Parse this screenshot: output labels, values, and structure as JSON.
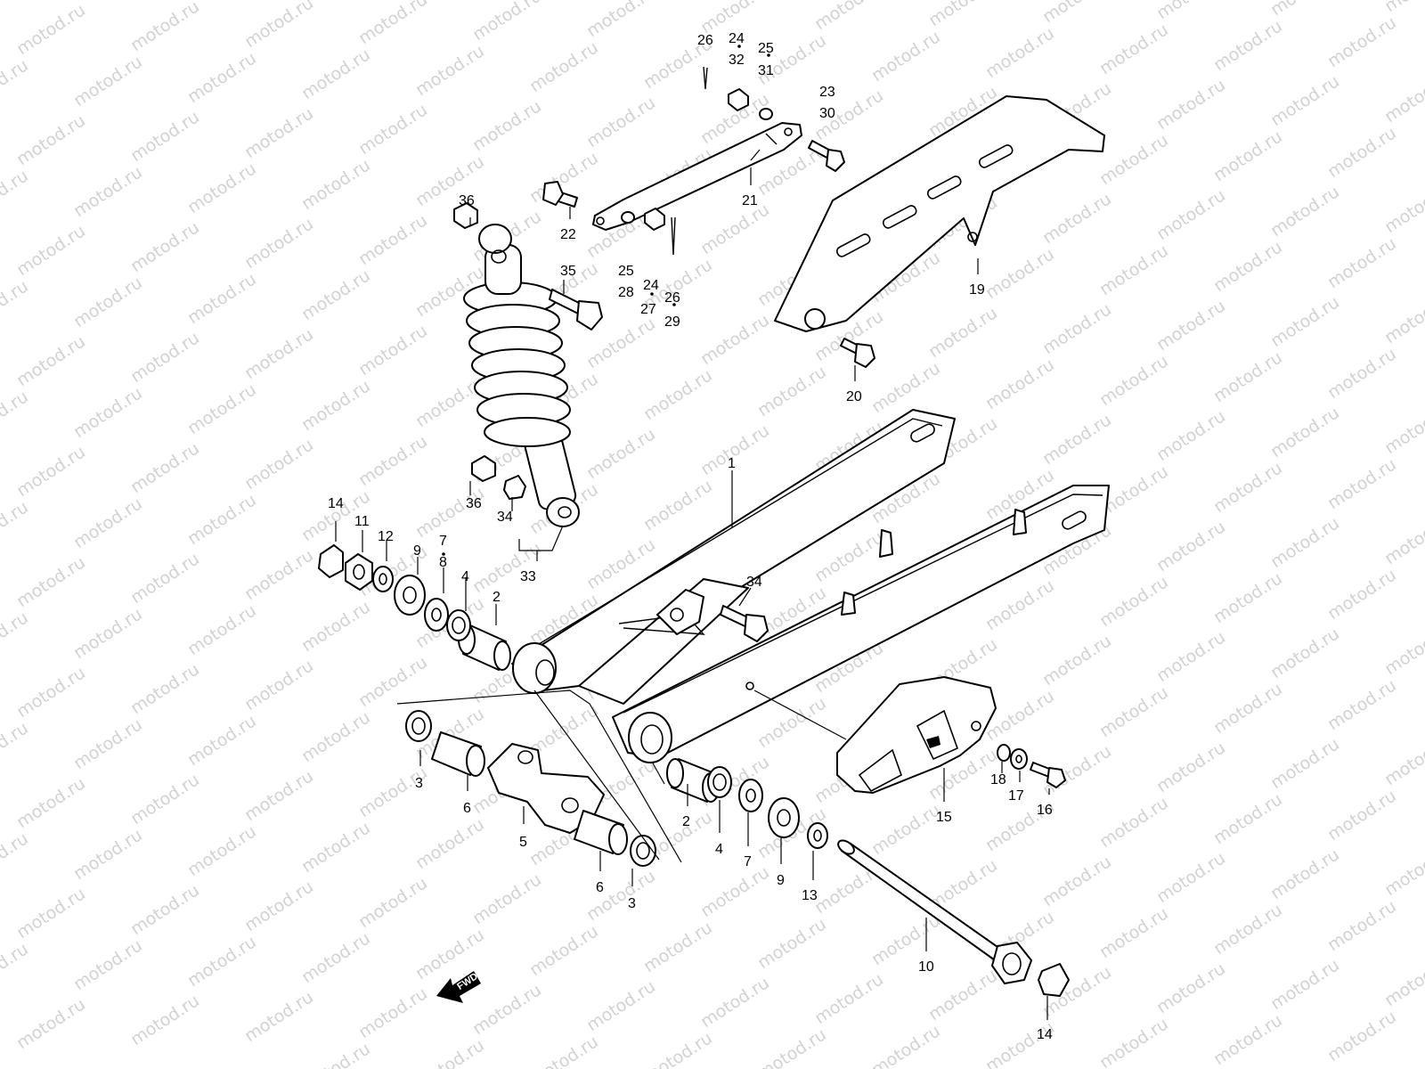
{
  "watermark": "motod.ru",
  "direction_label": "FWD",
  "callouts": {
    "c1": "1",
    "c2a": "2",
    "c2b": "2",
    "c3a": "3",
    "c3b": "3",
    "c4a": "4",
    "c4b": "4",
    "c5": "5",
    "c6a": "6",
    "c6b": "6",
    "c7a": "7",
    "c7b": "7",
    "c8": "8",
    "c9a": "9",
    "c9b": "9",
    "c10": "10",
    "c11": "11",
    "c12": "12",
    "c13": "13",
    "c14a": "14",
    "c14b": "14",
    "c15": "15",
    "c16": "16",
    "c17": "17",
    "c18": "18",
    "c19": "19",
    "c20": "20",
    "c21": "21",
    "c22": "22",
    "c23": "23",
    "c24a": "24",
    "c24b": "24",
    "c25a": "25",
    "c25b": "25",
    "c26a": "26",
    "c26b": "26",
    "c27": "27",
    "c28": "28",
    "c29": "29",
    "c30": "30",
    "c31": "31",
    "c32": "32",
    "c33": "33",
    "c34a": "34",
    "c34b": "34",
    "c35": "35",
    "c36a": "36",
    "c36b": "36"
  }
}
